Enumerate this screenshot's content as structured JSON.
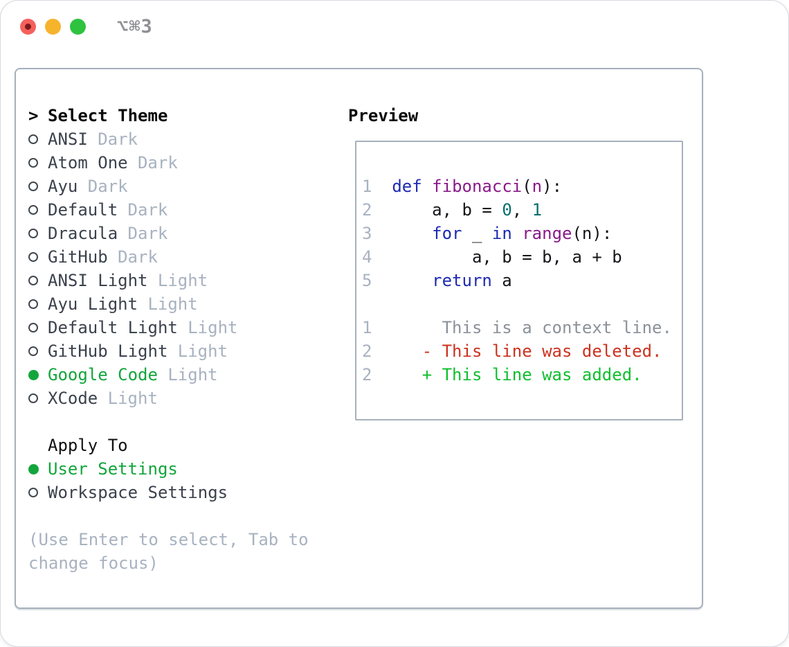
{
  "titlebar": {
    "shortcut": "⌥⌘3",
    "buttons": [
      "close",
      "minimize",
      "zoom"
    ]
  },
  "colors": {
    "selected": "#13a53c",
    "name": "#3b424d",
    "variant": "#a8b2c0",
    "help": "#a8b2c0",
    "keyword": "#1e2ab0",
    "function": "#8a1a8a",
    "literal": "#0a6e6e",
    "plain": "#16161a",
    "line_number": "#a8b2c0",
    "context": "#8b9199",
    "deleted": "#cb3220",
    "added": "#10bf2e"
  },
  "theme_panel": {
    "header": {
      "marker": ">",
      "label": "Select Theme"
    },
    "themes": [
      {
        "name": "ANSI",
        "variant": "Dark",
        "selected": false
      },
      {
        "name": "Atom One",
        "variant": "Dark",
        "selected": false
      },
      {
        "name": "Ayu",
        "variant": "Dark",
        "selected": false
      },
      {
        "name": "Default",
        "variant": "Dark",
        "selected": false
      },
      {
        "name": "Dracula",
        "variant": "Dark",
        "selected": false
      },
      {
        "name": "GitHub",
        "variant": "Dark",
        "selected": false
      },
      {
        "name": "ANSI Light",
        "variant": "Light",
        "selected": false
      },
      {
        "name": "Ayu Light",
        "variant": "Light",
        "selected": false
      },
      {
        "name": "Default Light",
        "variant": "Light",
        "selected": false
      },
      {
        "name": "GitHub Light",
        "variant": "Light",
        "selected": false
      },
      {
        "name": "Google Code",
        "variant": "Light",
        "selected": true
      },
      {
        "name": "XCode",
        "variant": "Light",
        "selected": false
      }
    ],
    "apply_to": {
      "label": "Apply To",
      "options": [
        {
          "label": "User Settings",
          "selected": true
        },
        {
          "label": "Workspace Settings",
          "selected": false
        }
      ]
    },
    "help_lines": [
      "(Use Enter to select, Tab to",
      "change focus)"
    ]
  },
  "preview": {
    "label": "Preview",
    "lines": [
      [
        {
          "c": "num",
          "t": "1  "
        },
        {
          "c": "kw",
          "t": "def"
        },
        {
          "c": "pl",
          "t": " "
        },
        {
          "c": "fn",
          "t": "fibonacci"
        },
        {
          "c": "pl",
          "t": "("
        },
        {
          "c": "fn",
          "t": "n"
        },
        {
          "c": "pl",
          "t": "):"
        }
      ],
      [
        {
          "c": "num",
          "t": "2  "
        },
        {
          "c": "pl",
          "t": "    a, b = "
        },
        {
          "c": "lit",
          "t": "0"
        },
        {
          "c": "pl",
          "t": ", "
        },
        {
          "c": "lit",
          "t": "1"
        }
      ],
      [
        {
          "c": "num",
          "t": "3  "
        },
        {
          "c": "pl",
          "t": "    "
        },
        {
          "c": "kw",
          "t": "for"
        },
        {
          "c": "pl",
          "t": " _ "
        },
        {
          "c": "kw",
          "t": "in"
        },
        {
          "c": "pl",
          "t": " "
        },
        {
          "c": "fn",
          "t": "range"
        },
        {
          "c": "pl",
          "t": "(n):"
        }
      ],
      [
        {
          "c": "num",
          "t": "4  "
        },
        {
          "c": "pl",
          "t": "        a, b = b, a + b"
        }
      ],
      [
        {
          "c": "num",
          "t": "5  "
        },
        {
          "c": "pl",
          "t": "    "
        },
        {
          "c": "kw",
          "t": "return"
        },
        {
          "c": "pl",
          "t": " a"
        }
      ],
      [],
      [
        {
          "c": "num",
          "t": "1  "
        },
        {
          "c": "ctx",
          "t": "     This is a context line."
        }
      ],
      [
        {
          "c": "num",
          "t": "2  "
        },
        {
          "c": "del",
          "t": "   - This line was deleted."
        }
      ],
      [
        {
          "c": "num",
          "t": "2  "
        },
        {
          "c": "add",
          "t": "   + This line was added."
        }
      ]
    ]
  }
}
